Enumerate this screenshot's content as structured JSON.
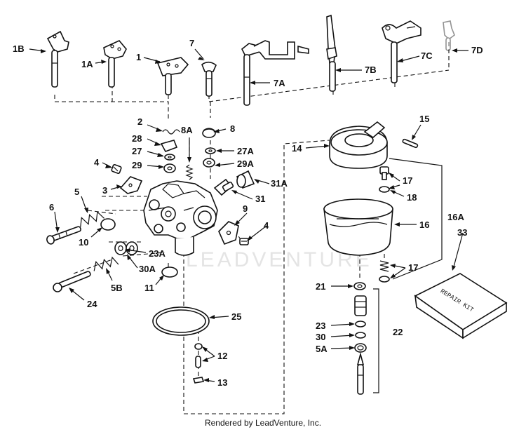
{
  "watermark": "LEADVENTURE",
  "footer": "Rendered by LeadVenture, Inc.",
  "kit_text": "REPAIR KIT",
  "labels": {
    "l1B": "1B",
    "l1A": "1A",
    "l1": "1",
    "l7": "7",
    "l7A": "7A",
    "l7B": "7B",
    "l7C": "7C",
    "l7D": "7D",
    "l2": "2",
    "l8A": "8A",
    "l8": "8",
    "l28": "28",
    "l27": "27",
    "l27A": "27A",
    "l29": "29",
    "l29A": "29A",
    "l4a": "4",
    "l3": "3",
    "l31A": "31A",
    "l5": "5",
    "l6": "6",
    "l31": "31",
    "l9": "9",
    "l4b": "4",
    "l10": "10",
    "l23A": "23A",
    "l30A": "30A",
    "l5B": "5B",
    "l11": "11",
    "l24": "24",
    "l25": "25",
    "l12": "12",
    "l13": "13",
    "l14": "14",
    "l15": "15",
    "l17a": "17",
    "l18": "18",
    "l16A": "16A",
    "l16": "16",
    "l33": "33",
    "l17b": "17",
    "l21": "21",
    "l23": "23",
    "l30": "30",
    "l5A": "5A",
    "l22": "22"
  }
}
